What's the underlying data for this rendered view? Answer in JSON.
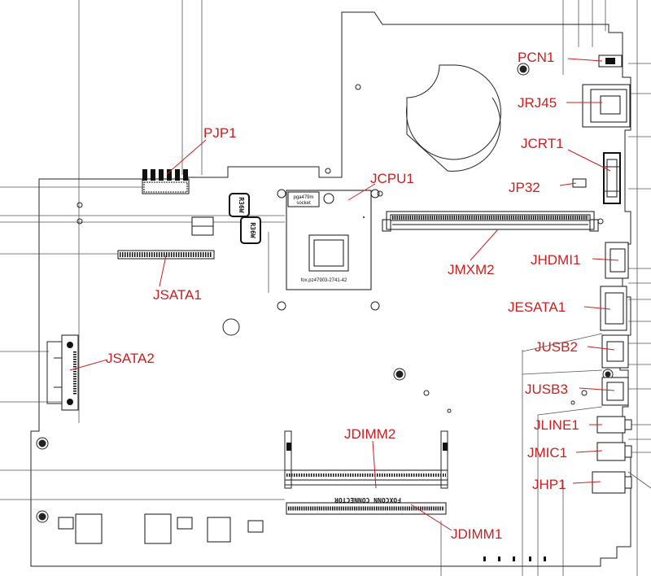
{
  "labels": {
    "pcn1": "PCN1",
    "rj45": "JRJ45",
    "crt1": "JCRT1",
    "jp32": "JP32",
    "pjp1": "PJP1",
    "cpu1": "JCPU1",
    "mxm2": "JMXM2",
    "hdmi1": "JHDMI1",
    "esata1": "JESATA1",
    "sata1": "JSATA1",
    "sata2": "JSATA2",
    "usb2": "JUSB2",
    "usb3": "JUSB3",
    "line1": "JLINE1",
    "mic1": "JMIC1",
    "hp1": "JHP1",
    "dimm2": "JDIMM2",
    "dimm1": "JDIMM1"
  },
  "silkscreen": {
    "socket_name": "pga479m",
    "socket_word": "socket",
    "socket_part": "fox.pz47903-2741-42",
    "r36w_a": "R36W",
    "r36w_b": "R36W",
    "dimm_mirror": "FOXCONN CONNECTOR"
  },
  "colors": {
    "label": "#cc1e1e",
    "line": "#222222",
    "background": "#ffffff"
  }
}
